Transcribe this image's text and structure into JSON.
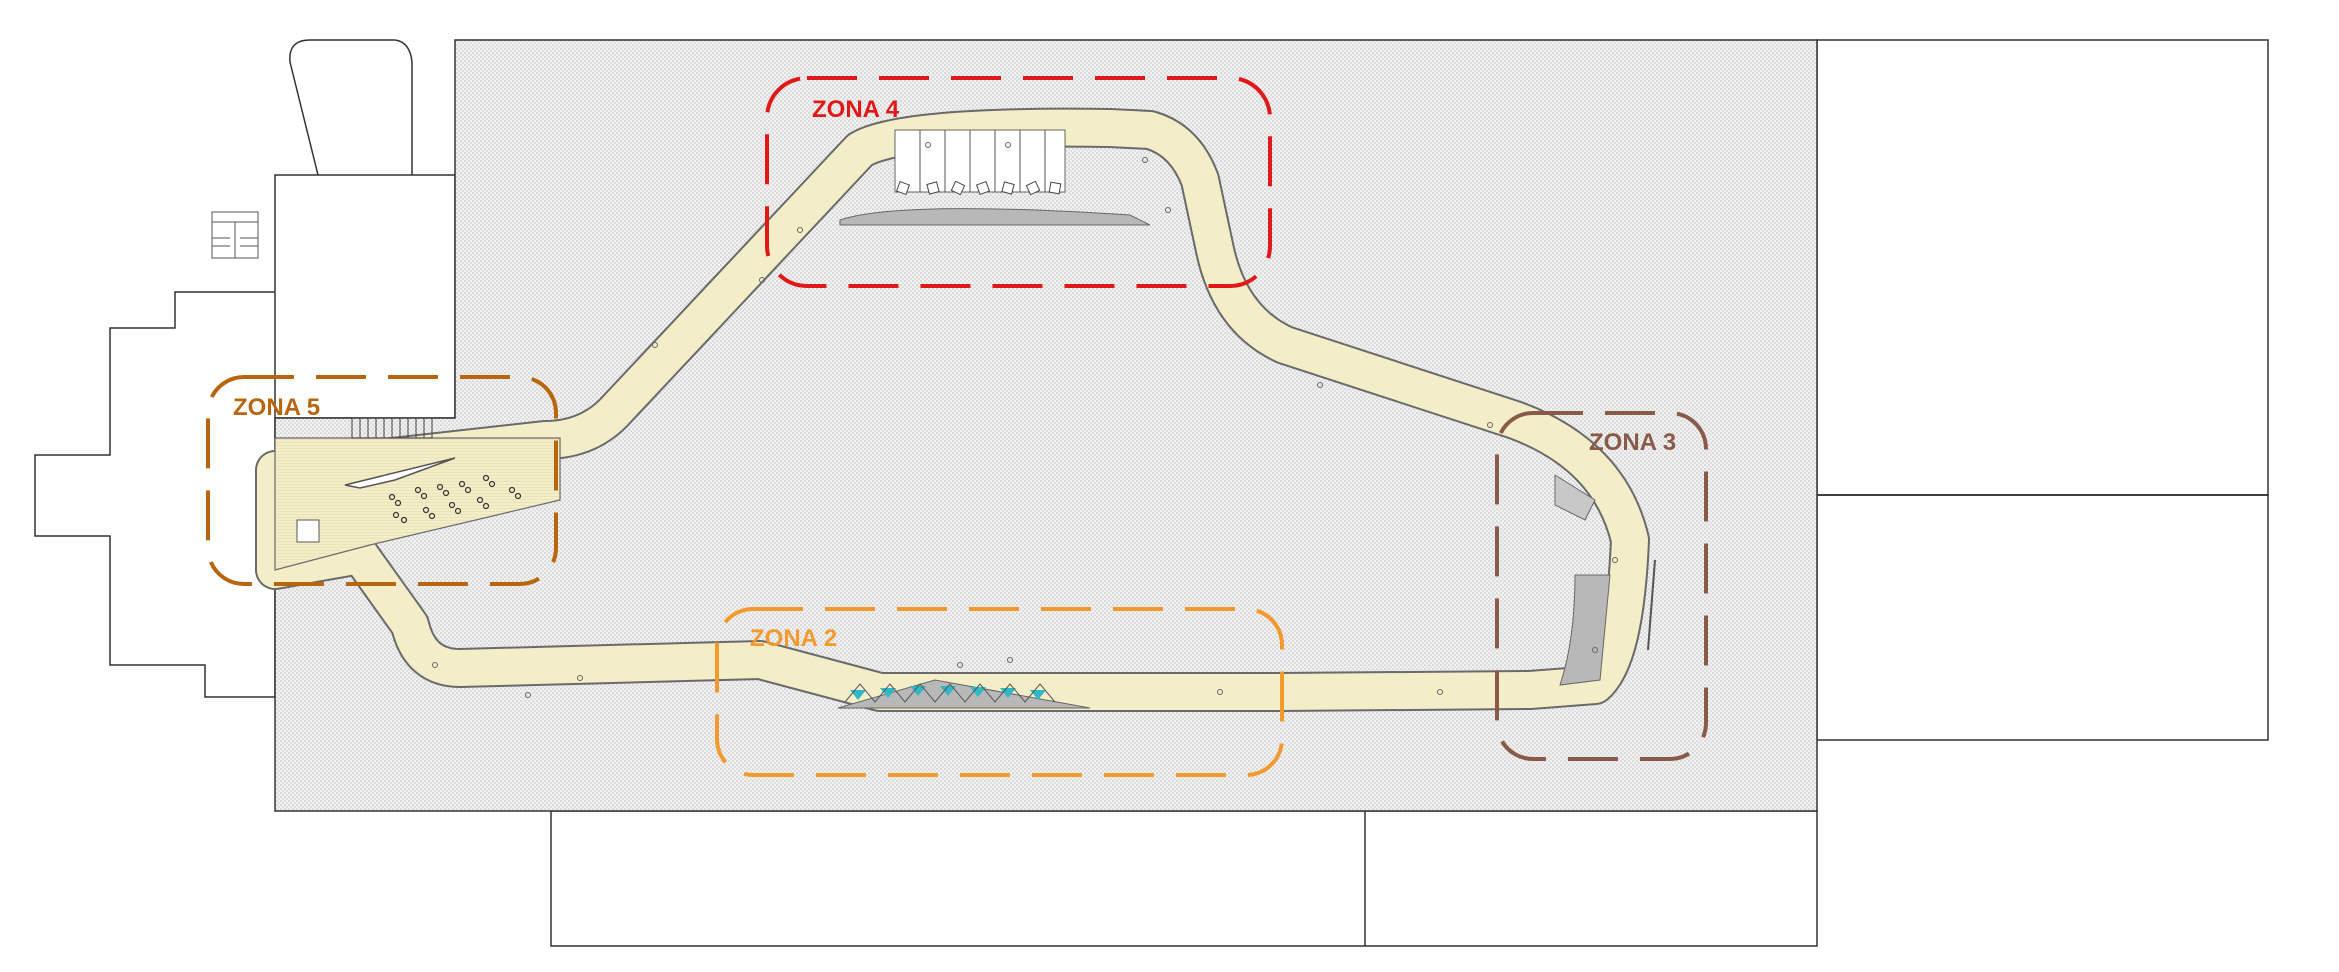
{
  "colors": {
    "ground": "#e9e9e9",
    "path": "#f3edc8",
    "path_edge": "#6a6a6a",
    "shade": "#b8b8b8",
    "water": "#2fb8c6"
  },
  "zones": [
    {
      "id": "zona-4",
      "label": "ZONA 4",
      "color": "#e01818"
    },
    {
      "id": "zona-5",
      "label": "ZONA 5",
      "color": "#b8650e"
    },
    {
      "id": "zona-3",
      "label": "ZONA 3",
      "color": "#8a5a48"
    },
    {
      "id": "zona-2",
      "label": "ZONA 2",
      "color": "#f29a2e"
    }
  ]
}
